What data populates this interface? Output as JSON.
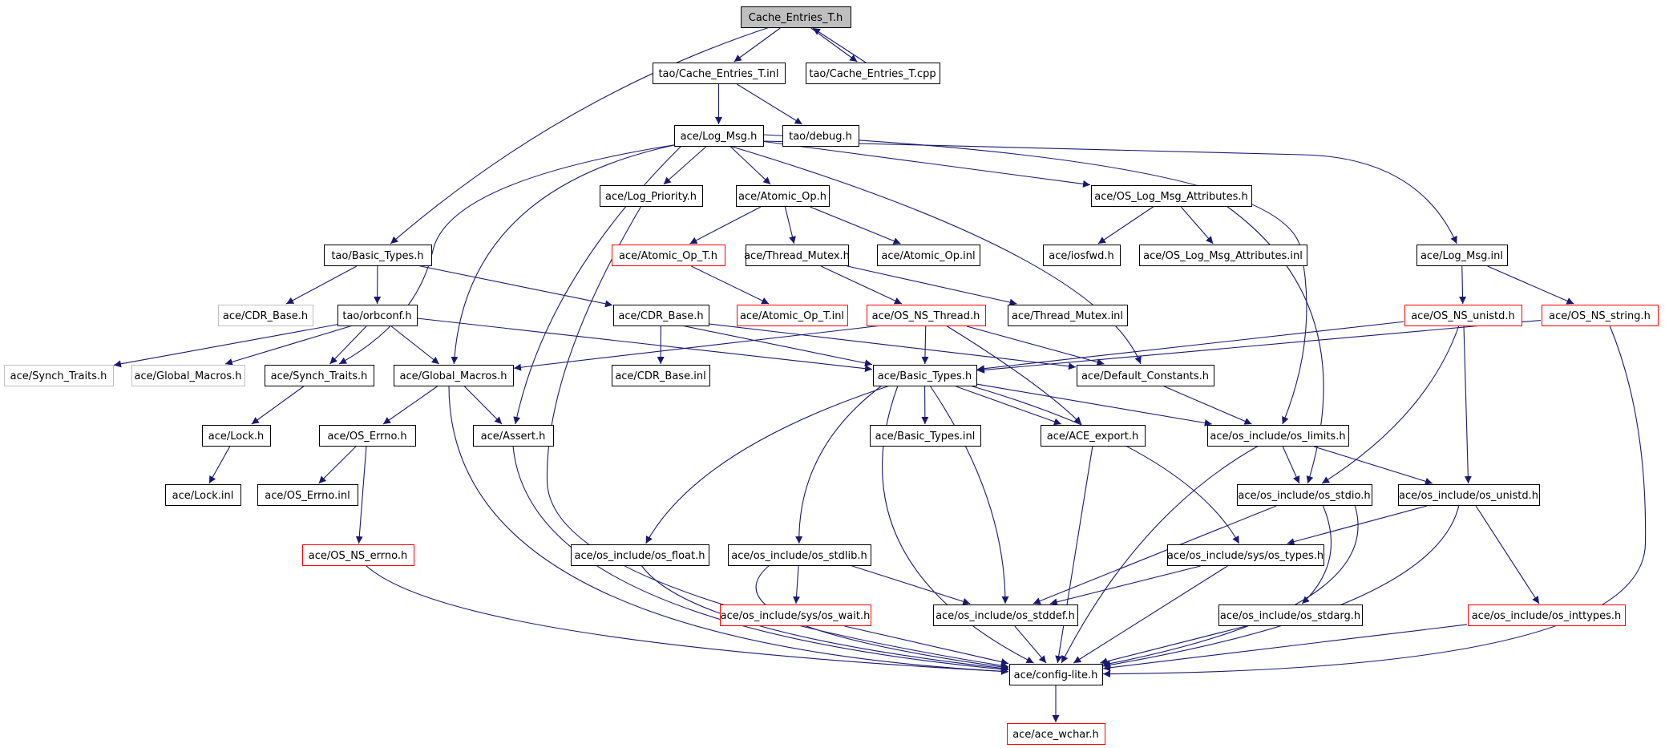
{
  "graph": {
    "nodes": [
      {
        "id": "cache_entries_h",
        "label": "Cache_Entries_T.h",
        "style": "root"
      },
      {
        "id": "cache_entries_inl",
        "label": "tao/Cache_Entries_T.inl",
        "style": "normal"
      },
      {
        "id": "cache_entries_cpp",
        "label": "tao/Cache_Entries_T.cpp",
        "style": "normal"
      },
      {
        "id": "log_msg_h",
        "label": "ace/Log_Msg.h",
        "style": "normal"
      },
      {
        "id": "tao_debug_h",
        "label": "tao/debug.h",
        "style": "normal"
      },
      {
        "id": "log_priority_h",
        "label": "ace/Log_Priority.h",
        "style": "normal"
      },
      {
        "id": "atomic_op_h",
        "label": "ace/Atomic_Op.h",
        "style": "normal"
      },
      {
        "id": "os_log_msg_attr_h",
        "label": "ace/OS_Log_Msg_Attributes.h",
        "style": "normal"
      },
      {
        "id": "tao_basic_types_h",
        "label": "tao/Basic_Types.h",
        "style": "normal"
      },
      {
        "id": "atomic_op_t_h",
        "label": "ace/Atomic_Op_T.h",
        "style": "red"
      },
      {
        "id": "thread_mutex_h",
        "label": "ace/Thread_Mutex.h",
        "style": "normal"
      },
      {
        "id": "atomic_op_inl",
        "label": "ace/Atomic_Op.inl",
        "style": "normal"
      },
      {
        "id": "iosfwd_h",
        "label": "ace/iosfwd.h",
        "style": "normal"
      },
      {
        "id": "os_log_msg_attr_inl",
        "label": "ace/OS_Log_Msg_Attributes.inl",
        "style": "normal"
      },
      {
        "id": "log_msg_inl",
        "label": "ace/Log_Msg.inl",
        "style": "normal"
      },
      {
        "id": "ace_cdr_base_h_gray",
        "label": "ace/CDR_Base.h",
        "style": "gray"
      },
      {
        "id": "tao_orbconf_h",
        "label": "tao/orbconf.h",
        "style": "normal"
      },
      {
        "id": "ace_cdr_base_h",
        "label": "ace/CDR_Base.h",
        "style": "normal"
      },
      {
        "id": "atomic_op_t_inl",
        "label": "ace/Atomic_Op_T.inl",
        "style": "red"
      },
      {
        "id": "os_ns_thread_h",
        "label": "ace/OS_NS_Thread.h",
        "style": "red"
      },
      {
        "id": "thread_mutex_inl",
        "label": "ace/Thread_Mutex.inl",
        "style": "normal"
      },
      {
        "id": "os_ns_unistd_h",
        "label": "ace/OS_NS_unistd.h",
        "style": "red"
      },
      {
        "id": "os_ns_string_h",
        "label": "ace/OS_NS_string.h",
        "style": "red"
      },
      {
        "id": "synch_traits_gray",
        "label": "ace/Synch_Traits.h",
        "style": "gray"
      },
      {
        "id": "global_macros_gray",
        "label": "ace/Global_Macros.h",
        "style": "gray"
      },
      {
        "id": "synch_traits_h",
        "label": "ace/Synch_Traits.h",
        "style": "normal"
      },
      {
        "id": "global_macros_h",
        "label": "ace/Global_Macros.h",
        "style": "normal"
      },
      {
        "id": "cdr_base_inl",
        "label": "ace/CDR_Base.inl",
        "style": "normal"
      },
      {
        "id": "ace_basic_types_h",
        "label": "ace/Basic_Types.h",
        "style": "normal"
      },
      {
        "id": "default_constants_h",
        "label": "ace/Default_Constants.h",
        "style": "normal"
      },
      {
        "id": "lock_h",
        "label": "ace/Lock.h",
        "style": "normal"
      },
      {
        "id": "os_errno_h",
        "label": "ace/OS_Errno.h",
        "style": "normal"
      },
      {
        "id": "assert_h",
        "label": "ace/Assert.h",
        "style": "normal"
      },
      {
        "id": "basic_types_inl",
        "label": "ace/Basic_Types.inl",
        "style": "normal"
      },
      {
        "id": "ace_export_h",
        "label": "ace/ACE_export.h",
        "style": "normal"
      },
      {
        "id": "os_limits_h",
        "label": "ace/os_include/os_limits.h",
        "style": "normal"
      },
      {
        "id": "lock_inl",
        "label": "ace/Lock.inl",
        "style": "normal"
      },
      {
        "id": "os_errno_inl",
        "label": "ace/OS_Errno.inl",
        "style": "normal"
      },
      {
        "id": "os_stdio_h",
        "label": "ace/os_include/os_stdio.h",
        "style": "normal"
      },
      {
        "id": "os_unistd_h",
        "label": "ace/os_include/os_unistd.h",
        "style": "normal"
      },
      {
        "id": "os_ns_errno_h",
        "label": "ace/OS_NS_errno.h",
        "style": "red"
      },
      {
        "id": "os_float_h",
        "label": "ace/os_include/os_float.h",
        "style": "normal"
      },
      {
        "id": "os_stdlib_h",
        "label": "ace/os_include/os_stdlib.h",
        "style": "normal"
      },
      {
        "id": "sys_os_types_h",
        "label": "ace/os_include/sys/os_types.h",
        "style": "normal"
      },
      {
        "id": "sys_os_wait_h",
        "label": "ace/os_include/sys/os_wait.h",
        "style": "red"
      },
      {
        "id": "os_stddef_h",
        "label": "ace/os_include/os_stddef.h",
        "style": "normal"
      },
      {
        "id": "os_stdarg_h",
        "label": "ace/os_include/os_stdarg.h",
        "style": "normal"
      },
      {
        "id": "os_inttypes_h",
        "label": "ace/os_include/os_inttypes.h",
        "style": "red"
      },
      {
        "id": "config_lite_h",
        "label": "ace/config-lite.h",
        "style": "normal"
      },
      {
        "id": "ace_wchar_h",
        "label": "ace/ace_wchar.h",
        "style": "red"
      }
    ],
    "edges": [
      [
        "cache_entries_h",
        "cache_entries_inl"
      ],
      [
        "cache_entries_h",
        "cache_entries_cpp"
      ],
      [
        "cache_entries_h",
        "tao_basic_types_h"
      ],
      [
        "cache_entries_cpp",
        "cache_entries_h"
      ],
      [
        "cache_entries_inl",
        "log_msg_h"
      ],
      [
        "cache_entries_inl",
        "tao_debug_h"
      ],
      [
        "log_msg_h",
        "log_priority_h"
      ],
      [
        "log_msg_h",
        "atomic_op_h"
      ],
      [
        "log_msg_h",
        "os_log_msg_attr_h"
      ],
      [
        "log_msg_h",
        "log_msg_inl"
      ],
      [
        "log_msg_h",
        "synch_traits_h"
      ],
      [
        "log_msg_h",
        "global_macros_h"
      ],
      [
        "log_msg_h",
        "assert_h"
      ],
      [
        "log_msg_h",
        "default_constants_h"
      ],
      [
        "log_msg_h",
        "os_limits_h"
      ],
      [
        "log_priority_h",
        "config_lite_h"
      ],
      [
        "atomic_op_h",
        "atomic_op_t_h"
      ],
      [
        "atomic_op_h",
        "thread_mutex_h"
      ],
      [
        "atomic_op_h",
        "atomic_op_inl"
      ],
      [
        "atomic_op_t_h",
        "atomic_op_t_inl"
      ],
      [
        "thread_mutex_h",
        "os_ns_thread_h"
      ],
      [
        "thread_mutex_h",
        "thread_mutex_inl"
      ],
      [
        "os_log_msg_attr_h",
        "iosfwd_h"
      ],
      [
        "os_log_msg_attr_h",
        "os_log_msg_attr_inl"
      ],
      [
        "os_log_msg_attr_h",
        "os_stdio_h"
      ],
      [
        "log_msg_inl",
        "os_ns_unistd_h"
      ],
      [
        "log_msg_inl",
        "os_ns_string_h"
      ],
      [
        "tao_basic_types_h",
        "ace_cdr_base_h_gray"
      ],
      [
        "tao_basic_types_h",
        "tao_orbconf_h"
      ],
      [
        "tao_basic_types_h",
        "ace_cdr_base_h"
      ],
      [
        "tao_orbconf_h",
        "synch_traits_gray"
      ],
      [
        "tao_orbconf_h",
        "global_macros_gray"
      ],
      [
        "tao_orbconf_h",
        "synch_traits_h"
      ],
      [
        "tao_orbconf_h",
        "global_macros_h"
      ],
      [
        "tao_orbconf_h",
        "ace_basic_types_h"
      ],
      [
        "ace_cdr_base_h",
        "cdr_base_inl"
      ],
      [
        "ace_cdr_base_h",
        "ace_basic_types_h"
      ],
      [
        "ace_cdr_base_h",
        "default_constants_h"
      ],
      [
        "os_ns_thread_h",
        "ace_basic_types_h"
      ],
      [
        "os_ns_thread_h",
        "global_macros_h"
      ],
      [
        "os_ns_thread_h",
        "default_constants_h"
      ],
      [
        "os_ns_thread_h",
        "ace_export_h"
      ],
      [
        "os_ns_unistd_h",
        "ace_basic_types_h"
      ],
      [
        "os_ns_unistd_h",
        "os_unistd_h"
      ],
      [
        "os_ns_unistd_h",
        "os_stdio_h"
      ],
      [
        "os_ns_string_h",
        "ace_basic_types_h"
      ],
      [
        "os_ns_string_h",
        "config_lite_h"
      ],
      [
        "synch_traits_h",
        "lock_h"
      ],
      [
        "lock_h",
        "lock_inl"
      ],
      [
        "global_macros_h",
        "os_errno_h"
      ],
      [
        "global_macros_h",
        "assert_h"
      ],
      [
        "global_macros_h",
        "config_lite_h"
      ],
      [
        "os_errno_h",
        "os_errno_inl"
      ],
      [
        "os_errno_h",
        "os_ns_errno_h"
      ],
      [
        "os_ns_errno_h",
        "config_lite_h"
      ],
      [
        "ace_basic_types_h",
        "basic_types_inl"
      ],
      [
        "ace_basic_types_h",
        "ace_export_h"
      ],
      [
        "ace_basic_types_h",
        "os_limits_h"
      ],
      [
        "ace_basic_types_h",
        "os_float_h"
      ],
      [
        "ace_basic_types_h",
        "os_stdlib_h"
      ],
      [
        "ace_basic_types_h",
        "os_stddef_h"
      ],
      [
        "ace_basic_types_h",
        "sys_os_types_h"
      ],
      [
        "ace_basic_types_h",
        "config_lite_h"
      ],
      [
        "default_constants_h",
        "os_limits_h"
      ],
      [
        "ace_export_h",
        "config_lite_h"
      ],
      [
        "os_limits_h",
        "os_stdio_h"
      ],
      [
        "os_limits_h",
        "os_unistd_h"
      ],
      [
        "os_limits_h",
        "config_lite_h"
      ],
      [
        "os_stdio_h",
        "os_stddef_h"
      ],
      [
        "os_stdio_h",
        "os_stdarg_h"
      ],
      [
        "os_stdio_h",
        "config_lite_h"
      ],
      [
        "os_unistd_h",
        "sys_os_types_h"
      ],
      [
        "os_unistd_h",
        "os_inttypes_h"
      ],
      [
        "os_unistd_h",
        "config_lite_h"
      ],
      [
        "os_float_h",
        "config_lite_h"
      ],
      [
        "os_stdlib_h",
        "sys_os_wait_h"
      ],
      [
        "os_stdlib_h",
        "os_stddef_h"
      ],
      [
        "os_stdlib_h",
        "config_lite_h"
      ],
      [
        "sys_os_types_h",
        "os_stddef_h"
      ],
      [
        "sys_os_types_h",
        "config_lite_h"
      ],
      [
        "sys_os_wait_h",
        "config_lite_h"
      ],
      [
        "os_stddef_h",
        "config_lite_h"
      ],
      [
        "os_stdarg_h",
        "config_lite_h"
      ],
      [
        "os_inttypes_h",
        "config_lite_h"
      ],
      [
        "config_lite_h",
        "ace_wchar_h"
      ],
      [
        "assert_h",
        "config_lite_h"
      ]
    ]
  },
  "colors": {
    "edge": "#191970",
    "node_border": "#000000",
    "red_border": "#ff0000",
    "gray_border": "#bfbfbf",
    "root_fill": "#bfbfbf",
    "node_fill": "#ffffff",
    "text": "#000000"
  }
}
